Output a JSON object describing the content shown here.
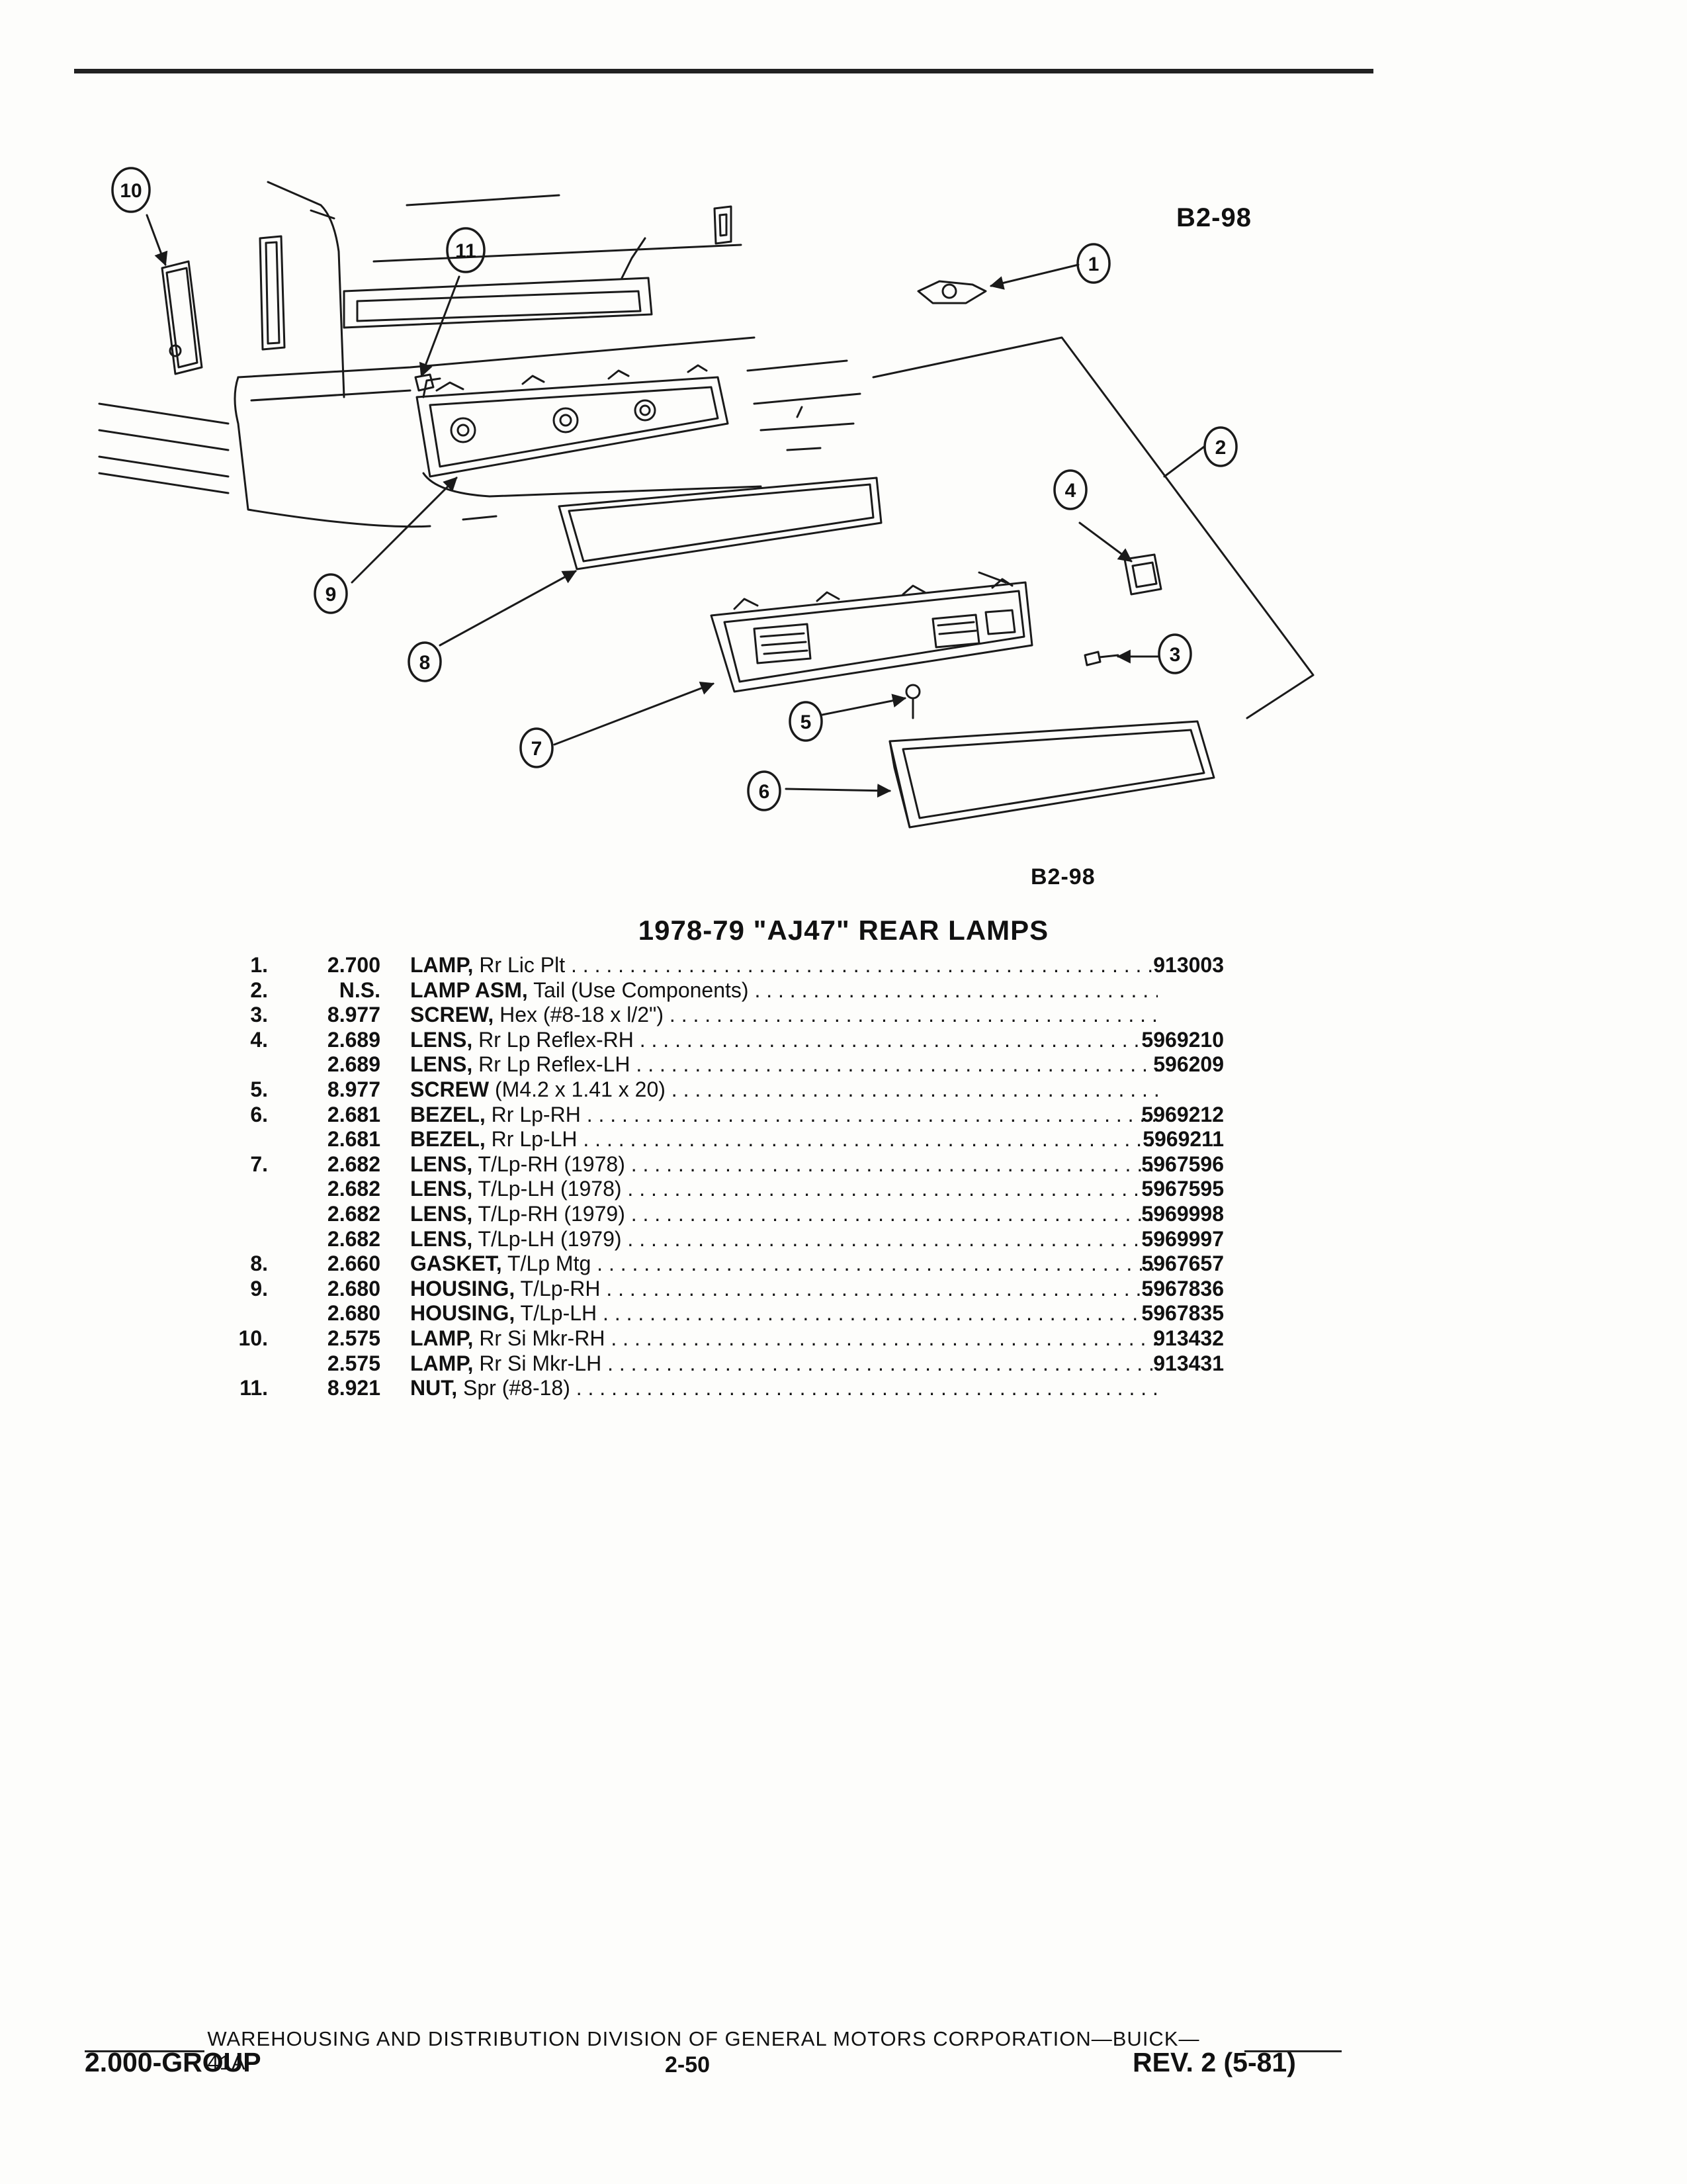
{
  "figure_label_top": "B2-98",
  "figure_label_bottom": "B2-98",
  "callouts": [
    "1",
    "2",
    "3",
    "4",
    "5",
    "6",
    "7",
    "8",
    "9",
    "10",
    "11"
  ],
  "section_title": "1978-79 \"AJ47\" REAR LAMPS",
  "parts": [
    {
      "num": "1.",
      "code": "2.700",
      "name": "LAMP,",
      "detail": "Rr Lic Plt",
      "part_no": "913003"
    },
    {
      "num": "2.",
      "code": "N.S.",
      "name": "LAMP ASM,",
      "detail": "Tail (Use Components)",
      "part_no": ""
    },
    {
      "num": "3.",
      "code": "8.977",
      "name": "SCREW,",
      "detail": "Hex (#8-18 x l/2\")",
      "part_no": ""
    },
    {
      "num": "4.",
      "code": "2.689",
      "name": "LENS,",
      "detail": "Rr Lp Reflex-RH",
      "part_no": "5969210"
    },
    {
      "num": "",
      "code": "2.689",
      "name": "LENS,",
      "detail": "Rr Lp Reflex-LH",
      "part_no": "596209"
    },
    {
      "num": "5.",
      "code": "8.977",
      "name": "SCREW",
      "detail": "(M4.2 x 1.41 x 20)",
      "part_no": ""
    },
    {
      "num": "6.",
      "code": "2.681",
      "name": "BEZEL,",
      "detail": "Rr Lp-RH",
      "part_no": "5969212"
    },
    {
      "num": "",
      "code": "2.681",
      "name": "BEZEL,",
      "detail": "Rr Lp-LH",
      "part_no": "5969211"
    },
    {
      "num": "7.",
      "code": "2.682",
      "name": "LENS,",
      "detail": "T/Lp-RH (1978)",
      "part_no": "5967596"
    },
    {
      "num": "",
      "code": "2.682",
      "name": "LENS,",
      "detail": "T/Lp-LH (1978)",
      "part_no": "5967595"
    },
    {
      "num": "",
      "code": "2.682",
      "name": "LENS,",
      "detail": "T/Lp-RH (1979)",
      "part_no": "5969998"
    },
    {
      "num": "",
      "code": "2.682",
      "name": "LENS,",
      "detail": "T/Lp-LH (1979)",
      "part_no": "5969997"
    },
    {
      "num": "8.",
      "code": "2.660",
      "name": "GASKET,",
      "detail": "T/Lp Mtg",
      "part_no": "5967657"
    },
    {
      "num": "9.",
      "code": "2.680",
      "name": "HOUSING,",
      "detail": "T/Lp-RH",
      "part_no": "5967836"
    },
    {
      "num": "",
      "code": "2.680",
      "name": "HOUSING,",
      "detail": "T/Lp-LH",
      "part_no": "5967835"
    },
    {
      "num": "10.",
      "code": "2.575",
      "name": "LAMP,",
      "detail": "Rr Si Mkr-RH",
      "part_no": "913432"
    },
    {
      "num": "",
      "code": "2.575",
      "name": "LAMP,",
      "detail": "Rr Si Mkr-LH",
      "part_no": "913431"
    },
    {
      "num": "11.",
      "code": "8.921",
      "name": "NUT,",
      "detail": "Spr (#8-18)",
      "part_no": ""
    }
  ],
  "footer": {
    "division": "WAREHOUSING AND DISTRIBUTION DIVISION OF GENERAL MOTORS CORPORATION—BUICK—41A",
    "group": "2.000-GROUP",
    "page": "2-50",
    "revision": "REV. 2 (5-81)"
  }
}
